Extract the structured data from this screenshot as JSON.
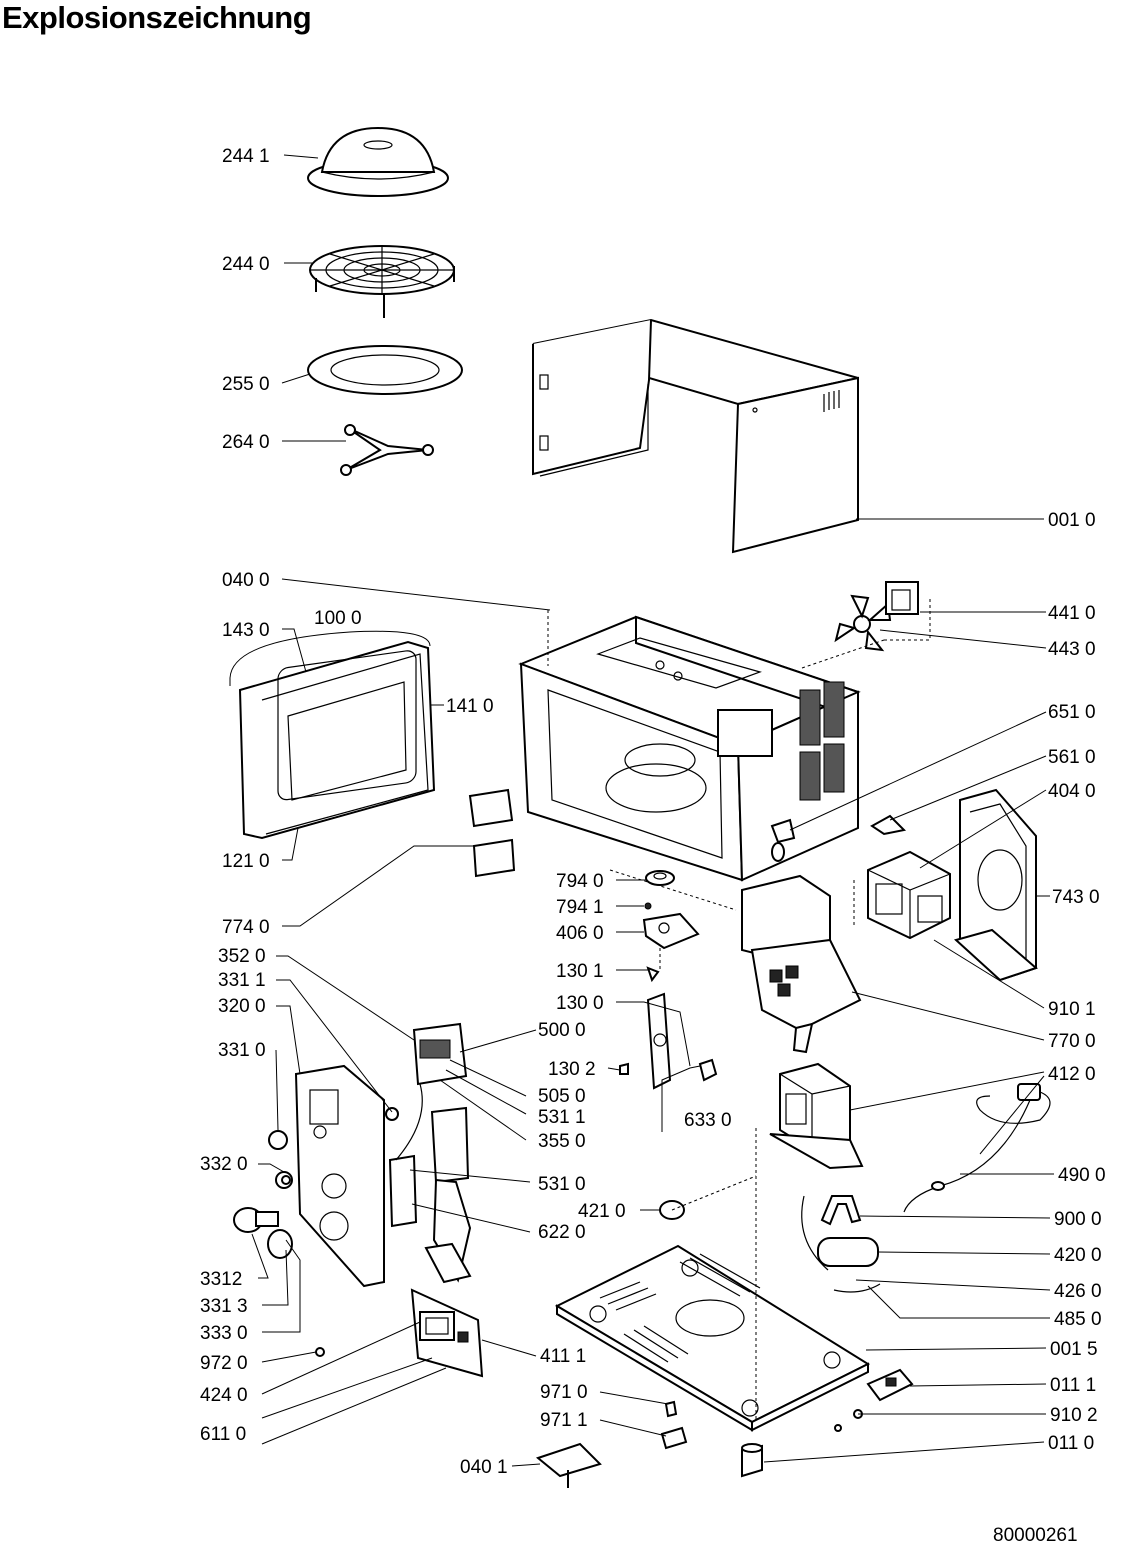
{
  "title": "Explosionszeichnung",
  "document_number": "80000261",
  "parts": [
    {
      "id": "cover-2441",
      "label": "244 1"
    },
    {
      "id": "rack-2440",
      "label": "244 0"
    },
    {
      "id": "plate-2550",
      "label": "255 0"
    },
    {
      "id": "roller-2640",
      "label": "264 0"
    },
    {
      "id": "casing-0010",
      "label": "001 0"
    },
    {
      "id": "clip-0400",
      "label": "040 0"
    },
    {
      "id": "door-1430",
      "label": "143 0"
    },
    {
      "id": "door-1000",
      "label": "100 0"
    },
    {
      "id": "window-1410",
      "label": "141 0"
    },
    {
      "id": "door-1210",
      "label": "121 0"
    },
    {
      "id": "mica-7740",
      "label": "774 0"
    },
    {
      "id": "fan-4410",
      "label": "441 0"
    },
    {
      "id": "fan-4430",
      "label": "443 0"
    },
    {
      "id": "lamp-6510",
      "label": "651 0"
    },
    {
      "id": "clip-5610",
      "label": "561 0"
    },
    {
      "id": "magnetron-4040",
      "label": "404 0"
    },
    {
      "id": "duct-7430",
      "label": "743 0"
    },
    {
      "id": "screw-9101",
      "label": "910 1"
    },
    {
      "id": "bracket-7700",
      "label": "770 0"
    },
    {
      "id": "coupler-7940",
      "label": "794 0"
    },
    {
      "id": "washer-7941",
      "label": "794 1"
    },
    {
      "id": "motor-4060",
      "label": "406 0"
    },
    {
      "id": "switch-1301",
      "label": "130 1"
    },
    {
      "id": "switch-1300",
      "label": "130 0"
    },
    {
      "id": "switch-1302",
      "label": "130 2"
    },
    {
      "id": "switch-6330",
      "label": "633 0"
    },
    {
      "id": "pcb-3520",
      "label": "352 0"
    },
    {
      "id": "knob-3311",
      "label": "331 1"
    },
    {
      "id": "panel-3200",
      "label": "320 0"
    },
    {
      "id": "knob-3310",
      "label": "331 0"
    },
    {
      "id": "pcb-5000",
      "label": "500 0"
    },
    {
      "id": "pcb-5050",
      "label": "505 0"
    },
    {
      "id": "pcb-5311",
      "label": "531 1"
    },
    {
      "id": "pcb-3550",
      "label": "355 0"
    },
    {
      "id": "transformer-4120",
      "label": "412 0"
    },
    {
      "id": "cord-4900",
      "label": "490 0"
    },
    {
      "id": "gear-3320",
      "label": "332 0"
    },
    {
      "id": "pcb-5310",
      "label": "531 0"
    },
    {
      "id": "diode-4210",
      "label": "421 0"
    },
    {
      "id": "clamp-9000",
      "label": "900 0"
    },
    {
      "id": "pcb-6220",
      "label": "622 0"
    },
    {
      "id": "capacitor-4200",
      "label": "420 0"
    },
    {
      "id": "knob-3312",
      "label": "3312"
    },
    {
      "id": "wire-4260",
      "label": "426 0"
    },
    {
      "id": "knob-3313",
      "label": "331 3"
    },
    {
      "id": "wire-4850",
      "label": "485 0"
    },
    {
      "id": "knob-3330",
      "label": "333 0"
    },
    {
      "id": "base-0015",
      "label": "001 5"
    },
    {
      "id": "fuse-9720",
      "label": "972 0"
    },
    {
      "id": "pcb-4111",
      "label": "411 1"
    },
    {
      "id": "foot-0111",
      "label": "011 1"
    },
    {
      "id": "relay-4240",
      "label": "424 0"
    },
    {
      "id": "screw-9710",
      "label": "971 0"
    },
    {
      "id": "screw-9102",
      "label": "910 2"
    },
    {
      "id": "pcb-6110",
      "label": "611 0"
    },
    {
      "id": "screw-9711",
      "label": "971 1"
    },
    {
      "id": "foot-0110",
      "label": "011 0"
    },
    {
      "id": "clip-0401",
      "label": "040 1"
    }
  ]
}
